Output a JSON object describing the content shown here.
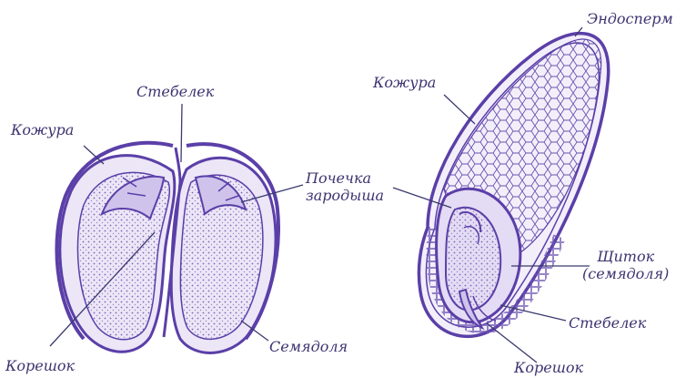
{
  "bean": {
    "labels": {
      "stem": "Стебелек",
      "coat": "Кожура",
      "bud": "Почечка\nзародыша",
      "cotyledon": "Семядоля",
      "root": "Корешок"
    }
  },
  "grain": {
    "labels": {
      "endosperm": "Эндосперм",
      "coat": "Кожура",
      "scutellum": "Щиток\n(семядоля)",
      "stem": "Стебелек",
      "root": "Корешок"
    }
  },
  "colors": {
    "outline": "#5b3fa8",
    "fill": "#ece6f7",
    "stipple": "#7d66b8",
    "text": "#3d3470",
    "leader": "#3b3a6e"
  }
}
